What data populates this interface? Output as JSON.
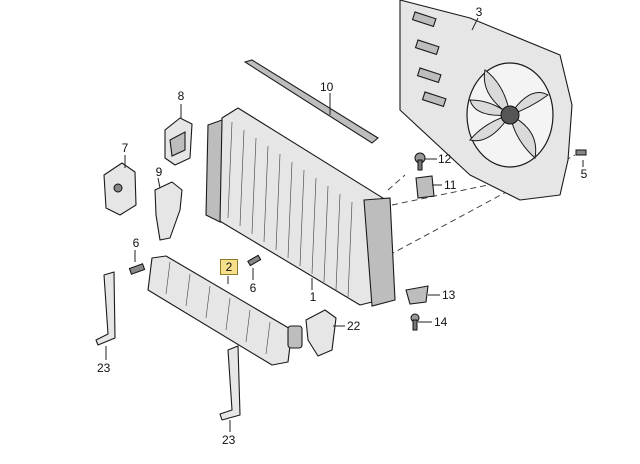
{
  "callouts": [
    {
      "id": "c3",
      "label": "3"
    },
    {
      "id": "c10",
      "label": "10"
    },
    {
      "id": "c8",
      "label": "8"
    },
    {
      "id": "c7",
      "label": "7"
    },
    {
      "id": "c9",
      "label": "9"
    },
    {
      "id": "c12",
      "label": "12"
    },
    {
      "id": "c11",
      "label": "11"
    },
    {
      "id": "c5",
      "label": "5"
    },
    {
      "id": "c6a",
      "label": "6"
    },
    {
      "id": "c2",
      "label": "2"
    },
    {
      "id": "c6b",
      "label": "6"
    },
    {
      "id": "c1",
      "label": "1"
    },
    {
      "id": "c13",
      "label": "13"
    },
    {
      "id": "c14",
      "label": "14"
    },
    {
      "id": "c22",
      "label": "22"
    },
    {
      "id": "c23a",
      "label": "23"
    },
    {
      "id": "c23b",
      "label": "23"
    }
  ],
  "highlight_color": "#f7e08a"
}
